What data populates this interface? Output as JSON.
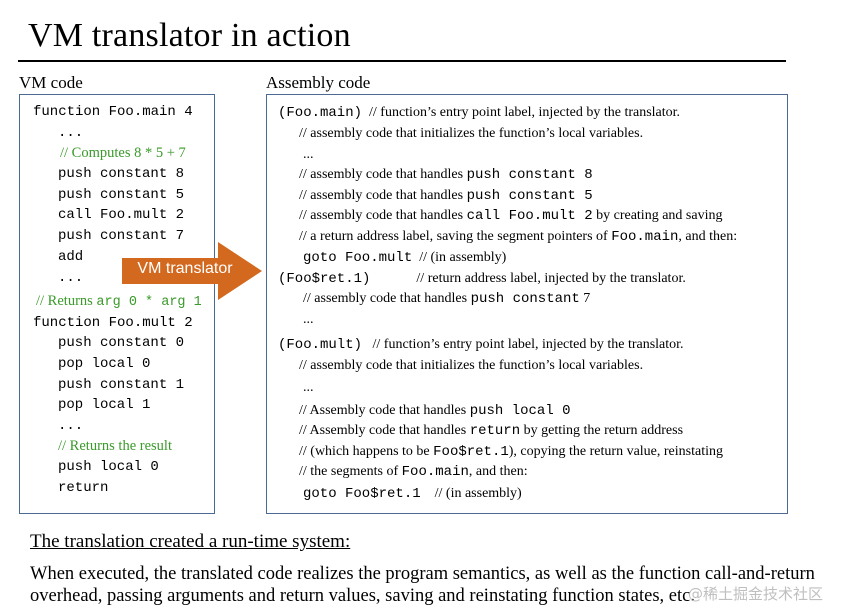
{
  "title": "VM translator in action",
  "vm_panel": {
    "label": "VM code",
    "lines": {
      "l0": "function Foo.main 4",
      "l1": "...",
      "l2": "// Computes 8 * 5 + 7",
      "l3": "push constant 8",
      "l4": "push constant 5",
      "l5": "call Foo.mult 2",
      "l6": "push constant 7",
      "l7": "add",
      "l8": "...",
      "l9a": "// Returns ",
      "l9b": "arg 0 * arg 1",
      "l10": "function Foo.mult 2",
      "l11": "push constant 0",
      "l12": "pop local 0",
      "l13": "push constant 1",
      "l14": "pop local 1",
      "l15": "...",
      "l16": "// Returns the result",
      "l17": "push local 0",
      "l18": "return"
    }
  },
  "arrow": {
    "label": "VM translator",
    "color": "#d2691e"
  },
  "asm_panel": {
    "label": "Assembly code",
    "lines": {
      "a0m": "(Foo.main)",
      "a0t": "// function’s entry point label, injected by the translator.",
      "a1": "// assembly code that initializes the function’s local variables.",
      "a2": "...",
      "a3t": "// assembly code that handles ",
      "a3m": "push constant 8",
      "a4t": "// assembly code that handles ",
      "a4m": "push constant 5",
      "a5t": "// assembly code that handles ",
      "a5m": "call Foo.mult 2",
      "a5u": " by creating and saving",
      "a6t": "// a return address label, saving the segment pointers of ",
      "a6m": "Foo.main",
      "a6u": ", and then:",
      "a7m": "goto Foo.mult",
      "a7t": "// (in assembly)",
      "a8m": "(Foo$ret.1)",
      "a8t": "// return address label, injected by the translator.",
      "a9t": "// assembly code that handles ",
      "a9m": "push constant",
      "a9u": " 7",
      "a10": "...",
      "a11m": "(Foo.mult)",
      "a11t": "// function’s entry point label, injected by the translator.",
      "a12": "// assembly code that initializes the function’s local variables.",
      "a13": "...",
      "a14t": "// Assembly code that handles ",
      "a14m": "push local 0",
      "a15t": "// Assembly code that handles ",
      "a15m": "return",
      "a15u": " by getting the return address",
      "a16t": "// (which happens to be ",
      "a16m": "Foo$ret.1",
      "a16u": "), copying the return value, reinstating",
      "a17t": "// the segments of ",
      "a17m": "Foo.main",
      "a17u": ", and then:",
      "a18m": "goto Foo$ret.1",
      "a18t": "// (in assembly)"
    }
  },
  "footer": {
    "heading": "The translation created a run-time system:",
    "summary": "When executed, the translated code realizes the program semantics, as well as the function call-and-return overhead, passing arguments and return values, saving and reinstating function states, etc."
  },
  "watermark": "@稀土掘金技术社区",
  "colors": {
    "comment_green": "#3a9a2a",
    "box_border": "#4a6a93",
    "arrow": "#d2691e"
  }
}
